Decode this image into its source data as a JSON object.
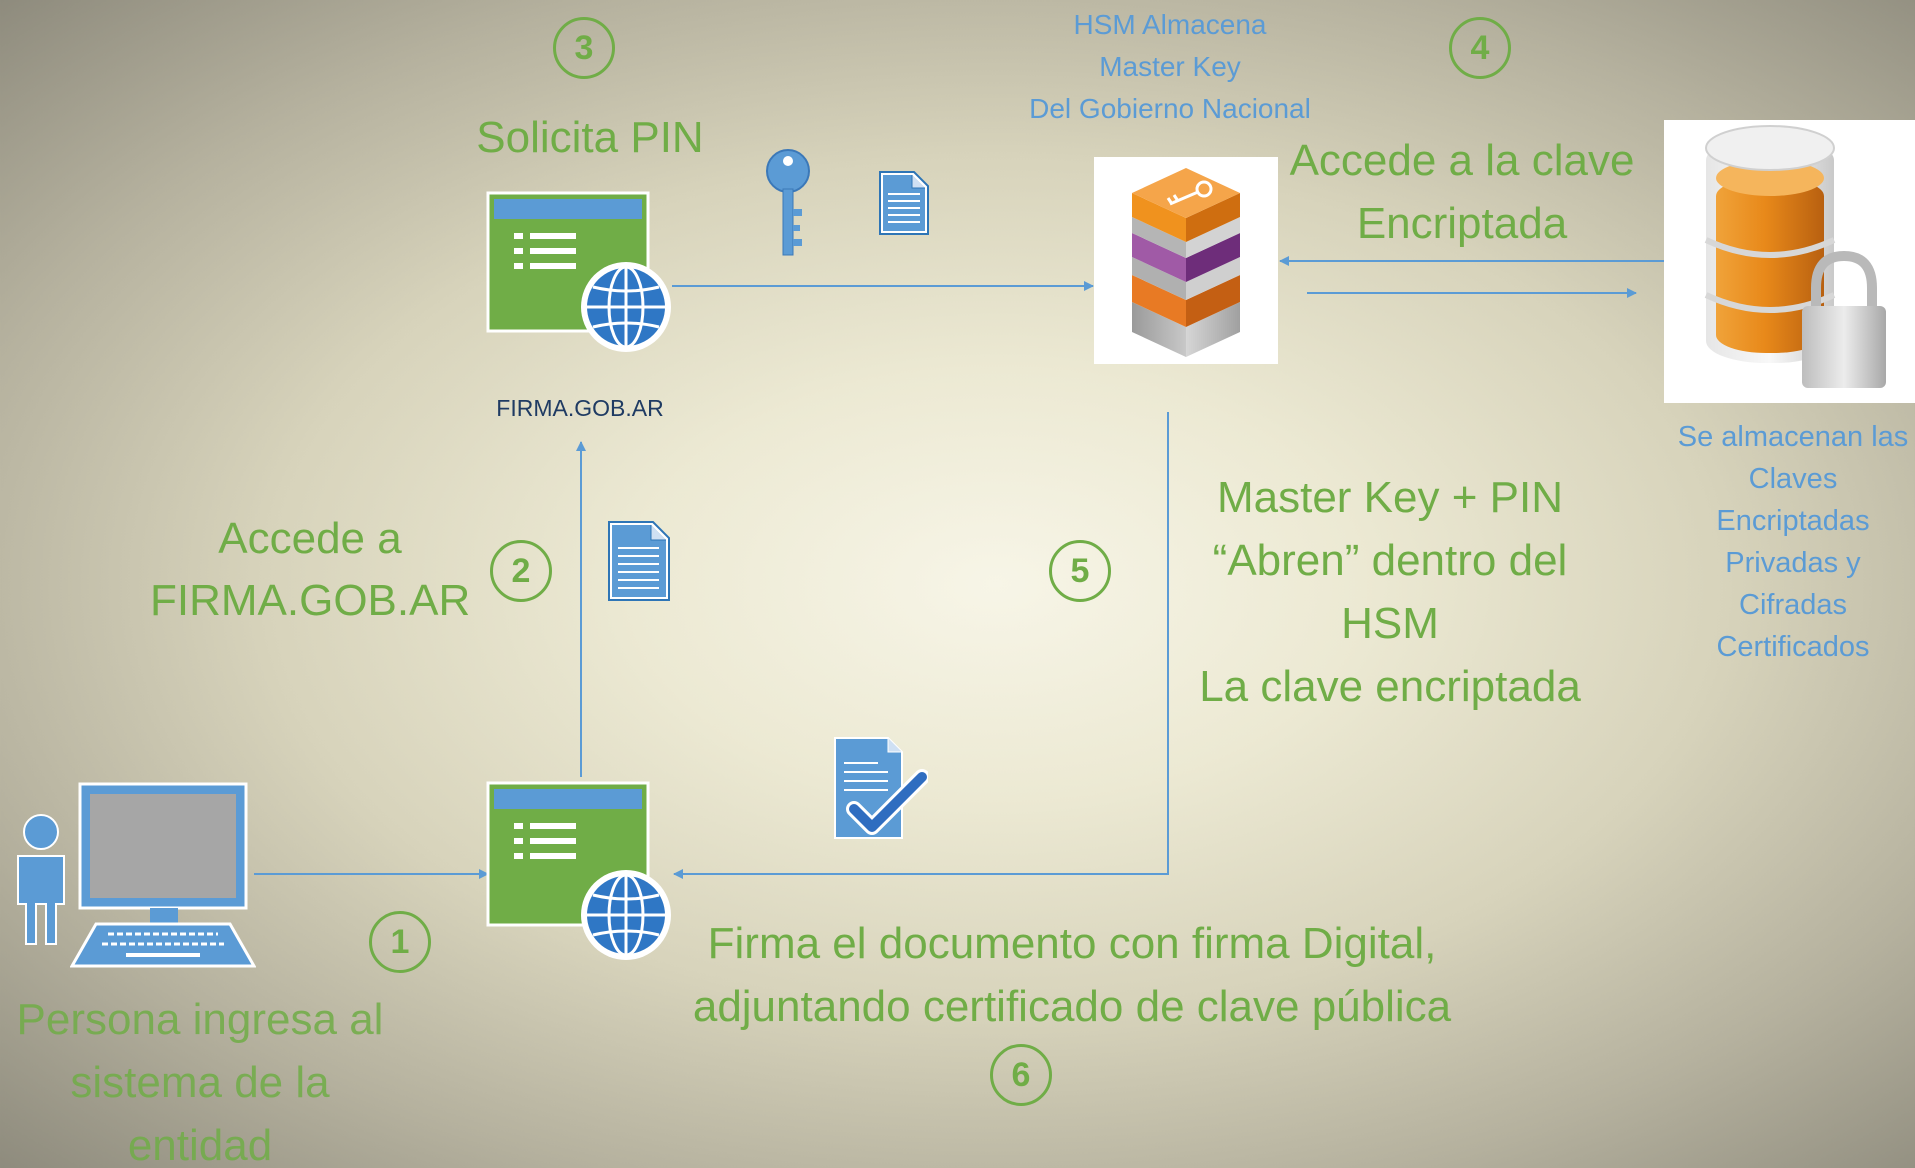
{
  "steps": {
    "step1": "1",
    "step2": "2",
    "step3": "3",
    "step4": "4",
    "step5": "5",
    "step6": "6"
  },
  "labels": {
    "solicita_pin": "Solicita PIN",
    "firma_gob_ar": "FIRMA.GOB.AR",
    "accede_a_line1": "Accede a",
    "accede_a_line2": "FIRMA.GOB.AR",
    "hsm_line1": "HSM Almacena",
    "hsm_line2": "Master Key",
    "hsm_line3": "Del Gobierno Nacional",
    "accede_clave_line1": "Accede a la clave",
    "accede_clave_line2": "Encriptada",
    "almacenan_line1": "Se almacenan las",
    "almacenan_line2": "Claves",
    "almacenan_line3": "Encriptadas",
    "almacenan_line4": "Privadas y",
    "almacenan_line5": "Cifradas",
    "almacenan_line6": "Certificados",
    "master_line1": "Master Key + PIN",
    "master_line2": "“Abren” dentro del",
    "master_line3": "HSM",
    "master_line4": "La clave encriptada",
    "firma_line1": "Firma el documento con firma Digital,",
    "firma_line2": "adjuntando certificado de clave pública",
    "persona_line1": "Persona ingresa al",
    "persona_line2": "sistema de la",
    "persona_line3": "entidad"
  },
  "icons": {
    "web_app_top": "web-app-globe-icon",
    "web_app_bottom": "web-app-globe-icon",
    "key": "key-icon",
    "document_top": "document-icon",
    "document_mid": "document-icon",
    "signed_document": "signed-document-icon",
    "hsm": "hsm-server-icon",
    "database": "encrypted-database-icon",
    "user": "user-icon",
    "computer": "computer-icon"
  },
  "colors": {
    "green": "#70ad47",
    "blue": "#5b9bd5",
    "dark_blue": "#1f3b63"
  }
}
